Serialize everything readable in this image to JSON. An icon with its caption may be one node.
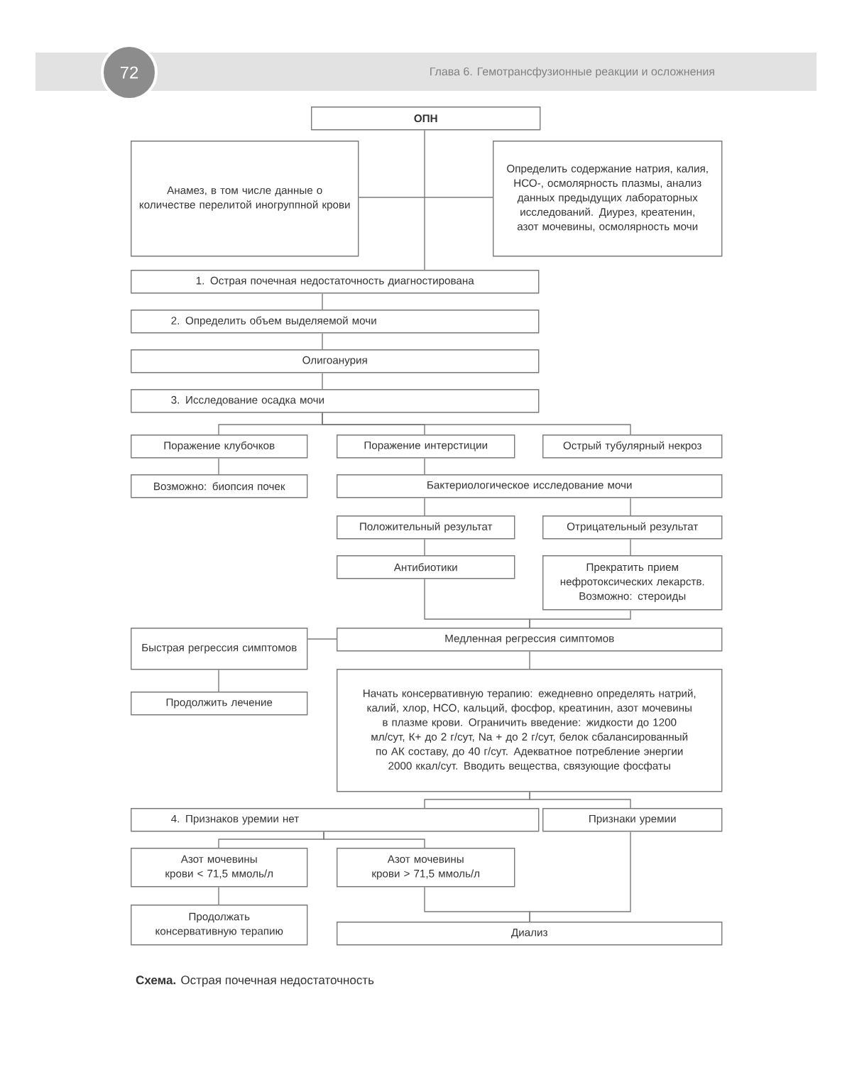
{
  "diagram": {
    "caption": "**Схема.**  Острая почечная недостаточность",
    "nodes": [
      {
        "text": [
          "ОПН"
        ]
      },
      {
        "text": [
          "Анамез, в том числе данные о количестве перелитой иногруппной крови"
        ]
      },
      {
        "text": [
          "Определить содержание натрия, калия, НСО-, осмолярность плазмы, анализ данных предыдущих лабораторных исследований. Диурез, креатенин, азот мочевины, осмолярность мочи"
        ]
      },
      {
        "text": [
          "1. Острая почечная недостаточность диагностирована"
        ]
      },
      {
        "text": [
          "2. Определить объем выделяемой мочи"
        ]
      },
      {
        "text": [
          "Олигоанурия"
        ]
      },
      {
        "text": [
          "3. Исследование осадка мочи"
        ]
      },
      {
        "text": [
          "Поражение клубочков"
        ]
      },
      {
        "text": [
          "Поражение интерстиции"
        ]
      },
      {
        "text": [
          "Острый тубулярный некроз"
        ]
      },
      {
        "text": [
          "Возможно: биопсия почек"
        ]
      },
      {
        "text": [
          "Бактериологическое исследование мочи"
        ]
      },
      {
        "text": [
          "Положительный результат"
        ]
      },
      {
        "text": [
          "Отрицательный результат"
        ]
      },
      {
        "text": [
          "Антибиотики"
        ]
      },
      {
        "text": [
          "Прекратить прием нефротоксических лекарств. Возможно: стероиды"
        ]
      },
      {
        "text": [
          "Медленная регрессия симптомов"
        ]
      },
      {
        "text": [
          "Быстрая регрессия симптомов"
        ]
      },
      {
        "text": [
          "Продолжить лечение"
        ]
      },
      {
        "text": [
          "Начать консервативную терапию: ежедневно определять натрий, калий, хлор, НСО, кальций, фосфор, креатинин, азот мочевины в плазме крови. Ограничить введение: жидкости до 1200 мл/сут, К+ до 2 г/сут, Na + до 2 г/сут, белок сбалансированный по АК составу, до 40 г/сут. Адекватное потребление энергии 2000 ккал/сут. Вводить вещества, связующие фосфаты"
        ]
      },
      {
        "text": [
          "4. Признаков уремии нет"
        ]
      },
      {
        "text": [
          "Признаки уремии"
        ]
      },
      {
        "text": [
          "Азот мочевины крови < 71,5 ммоль/л"
        ]
      },
      {
        "text": [
          "Азот мочевины крови > 71,5 ммоль/л"
        ]
      },
      {
        "text": [
          "Продолжать консервативную терапию"
        ]
      },
      {
        "text": [
          "Диализ"
        ]
      }
    ],
    "edges": [
      {
        "from": 0,
        "to": 3,
        "arrow": "none"
      },
      {
        "from": 1,
        "to": 2,
        "arrow": "none"
      },
      {
        "from": 3,
        "to": 4,
        "arrow": "none"
      },
      {
        "from": 4,
        "to": 5,
        "arrow": "none"
      },
      {
        "from": 5,
        "to": 6,
        "arrow": "none"
      },
      {
        "from": 6,
        "to": 7,
        "arrow": "none"
      },
      {
        "from": 6,
        "to": 8,
        "arrow": "none"
      },
      {
        "from": 6,
        "to": 9,
        "arrow": "none"
      },
      {
        "from": 7,
        "to": 10,
        "arrow": "none"
      },
      {
        "from": 8,
        "to": 11,
        "arrow": "none"
      },
      {
        "from": 11,
        "to": 12,
        "arrow": "none"
      },
      {
        "from": 11,
        "to": 13,
        "arrow": "none"
      },
      {
        "from": 12,
        "to": 14,
        "arrow": "none"
      },
      {
        "from": 13,
        "to": 15,
        "arrow": "none"
      },
      {
        "from": 14,
        "to": 16,
        "arrow": "none"
      },
      {
        "from": 15,
        "to": 16,
        "arrow": "none"
      },
      {
        "from": 17,
        "to": 16,
        "arrow": "none"
      },
      {
        "from": 17,
        "to": 18,
        "arrow": "none"
      },
      {
        "from": 16,
        "to": 19,
        "arrow": "none"
      },
      {
        "from": 19,
        "to": 20,
        "arrow": "none"
      },
      {
        "from": 19,
        "to": 21,
        "arrow": "none"
      },
      {
        "from": 20,
        "to": 22,
        "arrow": "none"
      },
      {
        "from": 20,
        "to": 23,
        "arrow": "none"
      },
      {
        "from": 22,
        "to": 24,
        "arrow": "none"
      },
      {
        "from": 23,
        "to": 25,
        "arrow": "none"
      },
      {
        "from": 21,
        "to": 25,
        "arrow": "none"
      }
    ],
    "labels": [
      "72",
      "Глава 6.  Гемотрансфузионные реакции и осложнения"
    ]
  }
}
